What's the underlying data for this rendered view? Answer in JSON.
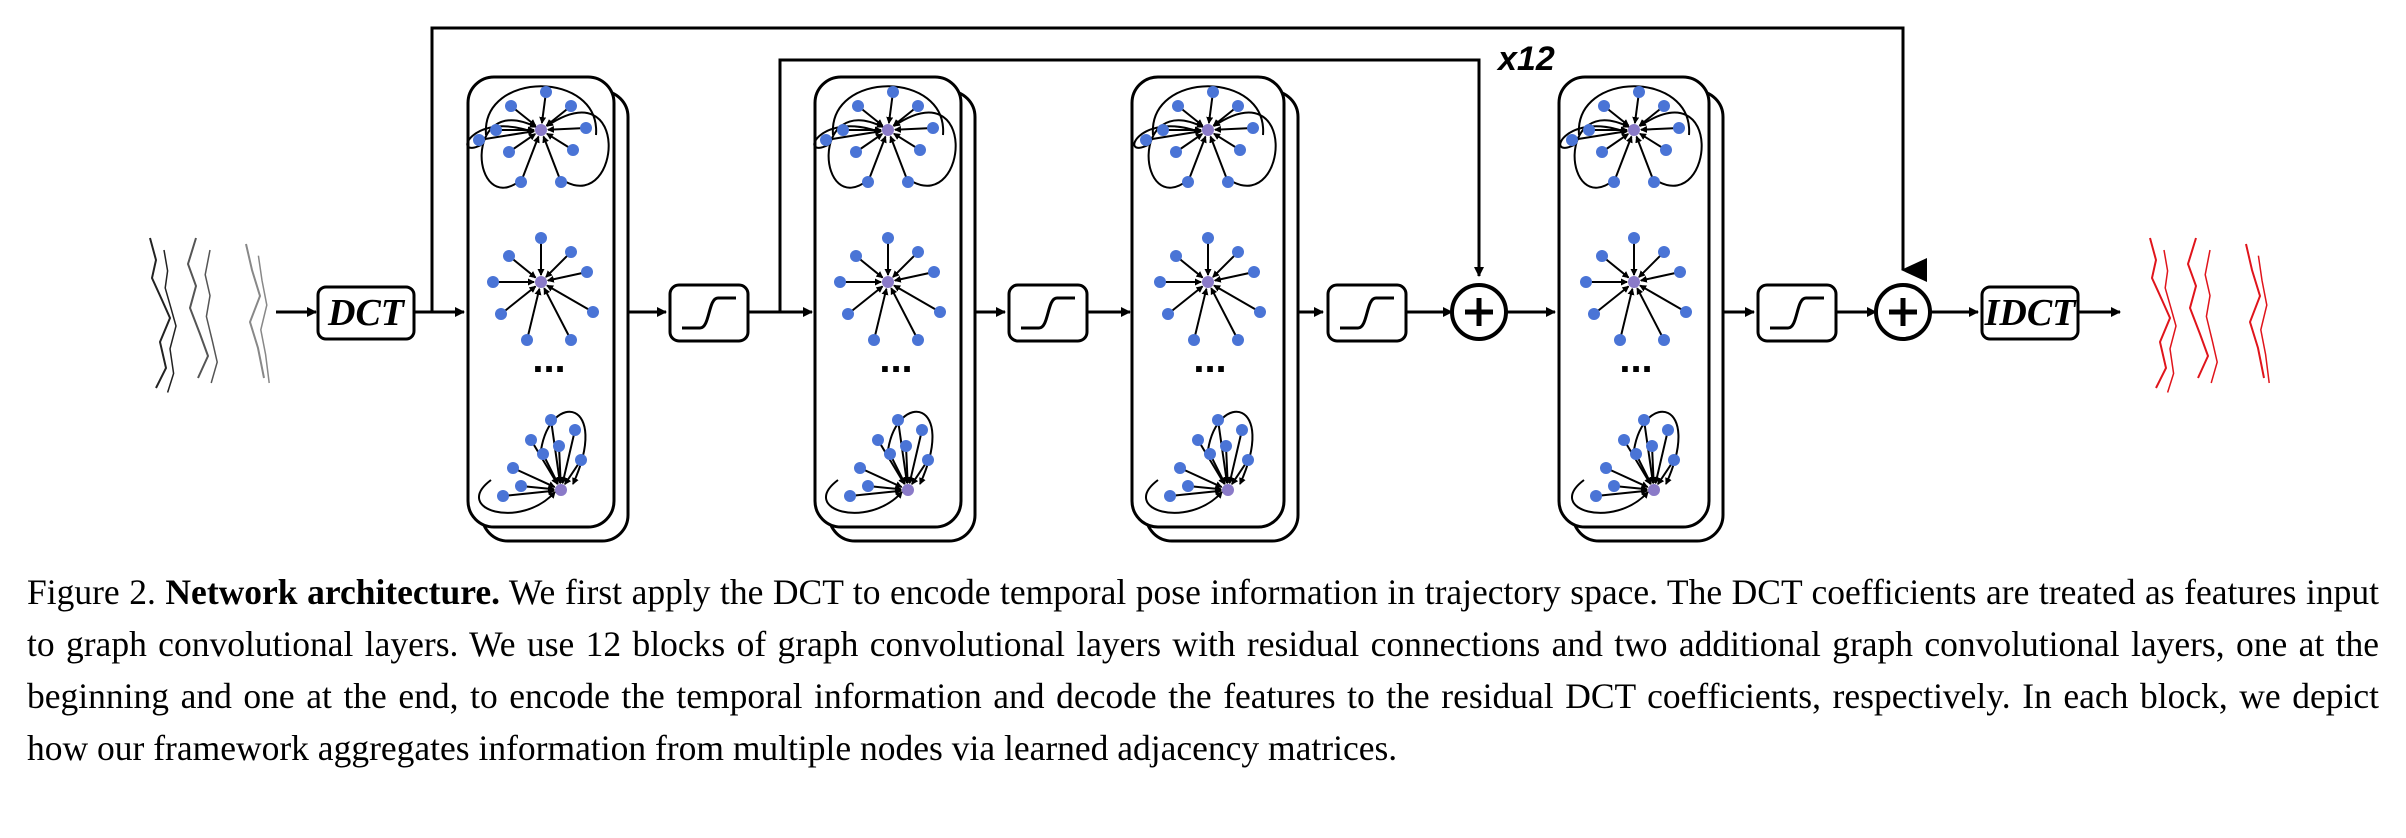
{
  "diagram": {
    "dct_label": "DCT",
    "idct_label": "IDCT",
    "repeat_label": "x12",
    "ellipsis": "...",
    "colors": {
      "node": "#4a74d6",
      "center_node": "#8a7ac8",
      "output_pose": "#e0141b",
      "input_pose": "#222222",
      "line": "#000000"
    },
    "icons": [
      "input-pose-icon",
      "dct-box",
      "graph-conv-layer",
      "activation-icon",
      "sum-icon",
      "idct-box",
      "output-pose-icon"
    ]
  },
  "caption": {
    "figure_label": "Figure 2.",
    "title": "Network architecture.",
    "body": "We first apply the DCT to encode temporal pose information in trajectory space. The DCT coefficients are treated as features input to graph convolutional layers. We use 12 blocks of graph convolutional layers with residual connections and two additional graph convolutional layers, one at the beginning and one at the end, to encode the temporal information and decode the features to the residual DCT coefficients, respectively. In each block, we depict how our framework aggregates information from multiple nodes via learned adjacency matrices."
  }
}
